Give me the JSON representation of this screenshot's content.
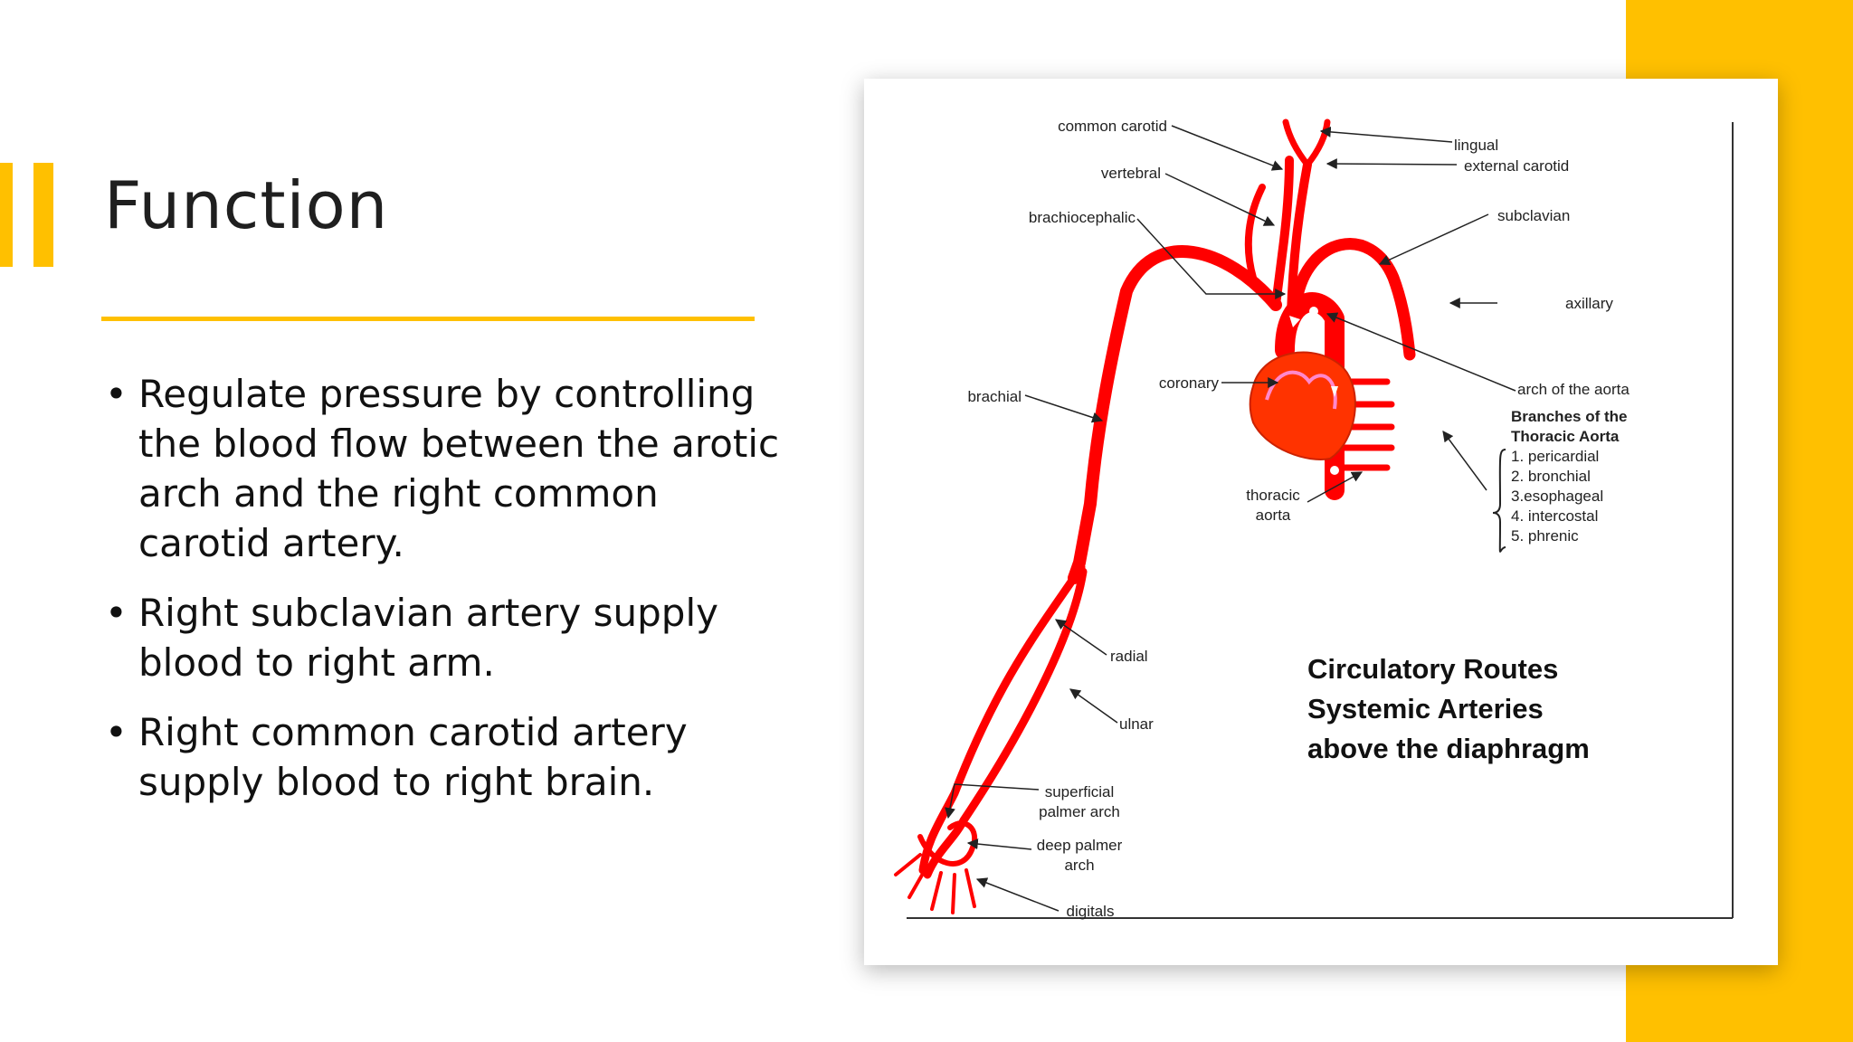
{
  "slide": {
    "title": "Function",
    "bullets": [
      "Regulate pressure by controlling the blood flow between the arotic arch and the right common carotid artery.",
      "Right subclavian artery supply blood to right arm.",
      "Right common carotid artery supply blood to right brain."
    ],
    "bullet_glyph": "•"
  },
  "colors": {
    "accent": "#FFC000",
    "artery": "#FF0000",
    "heart": "#FF3300"
  },
  "diagram": {
    "labels": {
      "common_carotid": "common carotid",
      "vertebral": "vertebral",
      "brachiocephalic": "brachiocephalic",
      "lingual": "lingual",
      "external_carotid": "external carotid",
      "subclavian": "subclavian",
      "axillary": "axillary",
      "coronary": "coronary",
      "brachial": "brachial",
      "arch_of_aorta": "arch of the aorta",
      "thoracic_line1": "thoracic",
      "thoracic_line2": "aorta",
      "radial": "radial",
      "ulnar": "ulnar",
      "superficial_line1": "superficial",
      "superficial_line2": "palmer arch",
      "deep_line1": "deep palmer",
      "deep_line2": "arch",
      "digitals": "digitals"
    },
    "branches_title": [
      "Branches of the",
      "Thoracic Aorta"
    ],
    "branches": [
      "1. pericardial",
      "2. bronchial",
      "3.esophageal",
      "4. intercostal",
      "5. phrenic"
    ],
    "caption": [
      "Circulatory Routes",
      "Systemic Arteries",
      "above the diaphragm"
    ]
  }
}
